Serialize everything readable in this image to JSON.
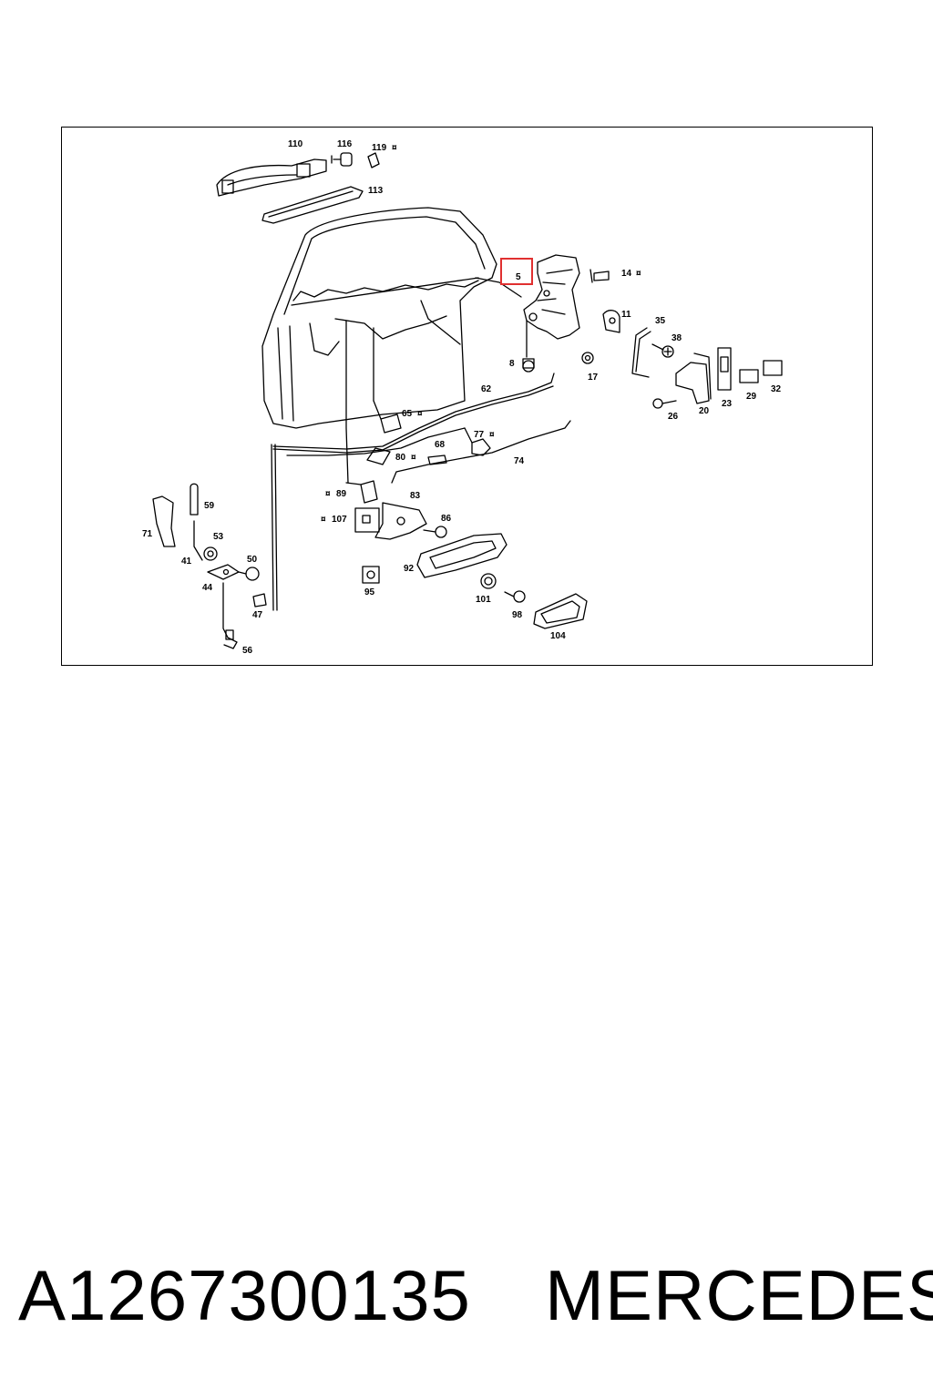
{
  "diagram": {
    "callouts": {
      "c110": "110",
      "c116": "116",
      "c119": "119",
      "c113": "113",
      "c5": "5",
      "c14": "14",
      "c11": "11",
      "c35": "35",
      "c38": "38",
      "c8": "8",
      "c17": "17",
      "c20": "20",
      "c23": "23",
      "c29": "29",
      "c32": "32",
      "c26": "26",
      "c62": "62",
      "c65": "65",
      "c77": "77",
      "c74": "74",
      "c80": "80",
      "c68": "68",
      "c89": "89",
      "c83": "83",
      "c107": "107",
      "c86": "86",
      "c59": "59",
      "c53": "53",
      "c71": "71",
      "c41": "41",
      "c50": "50",
      "c44": "44",
      "c47": "47",
      "c56": "56",
      "c92": "92",
      "c95": "95",
      "c101": "101",
      "c98": "98",
      "c104": "104"
    },
    "marked_symbol": "¤",
    "highlighted_callout": "5",
    "highlight_color": "#e03030"
  },
  "caption": {
    "part_number": "A1267300135",
    "brand": "MERCEDES"
  }
}
